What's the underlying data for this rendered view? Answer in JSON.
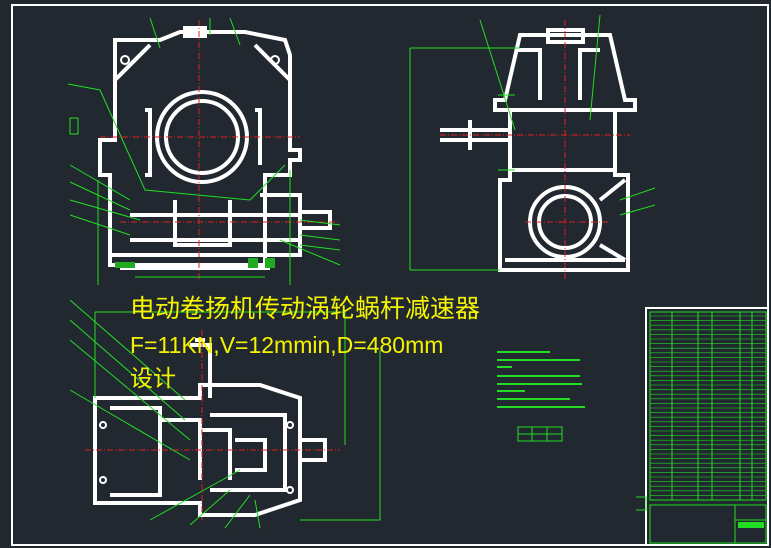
{
  "drawing": {
    "overlay_title": "电动卷扬机传动涡轮蜗杆减速器",
    "overlay_params": "F=11KN,V=12mmin,D=480mm",
    "overlay_design": "设计"
  },
  "colors": {
    "background": "#212830",
    "geometry": "#ffffff",
    "annotation": "#22dd22",
    "centerline": "#e02020",
    "overlay_text": "#f4f400"
  }
}
